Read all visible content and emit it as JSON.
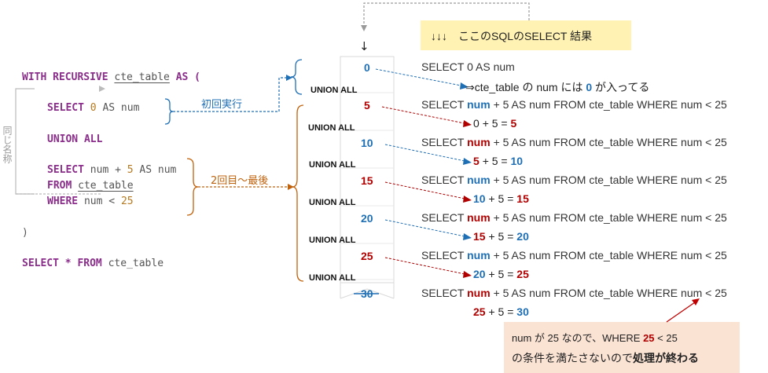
{
  "header_note": "↓↓↓　ここのSQLのSELECT 結果",
  "down_arrow": "↓",
  "side_label": "同じ名称",
  "code": {
    "with": "WITH RECURSIVE",
    "cte_name": "cte_table",
    "as_paren": "AS (",
    "anchor_select": "SELECT",
    "anchor_zero": "0",
    "anchor_as": "AS num",
    "union_all": "UNION ALL",
    "rec_select": "SELECT",
    "rec_expr": "num +",
    "rec_five": "5",
    "rec_as": "AS num",
    "rec_from": "FROM",
    "rec_table": "cte_table",
    "rec_where": "WHERE",
    "rec_cond": "num <",
    "rec_25": "25",
    "close_paren": ")",
    "final_select": "SELECT",
    "final_star": "*",
    "final_from": "FROM",
    "final_table": "cte_table"
  },
  "labels": {
    "first_time": "初回実行",
    "second_to_last": "2回目～最後"
  },
  "result_values": [
    "0",
    "5",
    "10",
    "15",
    "20",
    "25",
    "30"
  ],
  "union_labels": [
    "UNION ALL",
    "UNION ALL",
    "UNION ALL",
    "UNION ALL",
    "UNION ALL",
    "UNION ALL"
  ],
  "anchor_row": {
    "sql": "SELECT 0 AS num",
    "note_prefix": "⇒cte_table の num には",
    "note_value": "0",
    "note_suffix": "が入ってる"
  },
  "recursive_rows": [
    {
      "sql_select": "SELECT",
      "sql_num": "num",
      "sql_rest": "+ 5 AS num FROM cte_table WHERE num < 25",
      "calc_a": "0",
      "calc_op": "+ 5 =",
      "calc_b": "5"
    },
    {
      "sql_select": "SELECT",
      "sql_num": "num",
      "sql_rest": "+ 5 AS num FROM cte_table WHERE num < 25",
      "calc_a": "5",
      "calc_op": "+ 5 =",
      "calc_b": "10"
    },
    {
      "sql_select": "SELECT",
      "sql_num": "num",
      "sql_rest": "+ 5 AS num FROM cte_table WHERE num < 25",
      "calc_a": "10",
      "calc_op": "+ 5 =",
      "calc_b": "15"
    },
    {
      "sql_select": "SELECT",
      "sql_num": "num",
      "sql_rest": "+ 5 AS num FROM cte_table WHERE num < 25",
      "calc_a": "15",
      "calc_op": "+ 5 =",
      "calc_b": "20"
    },
    {
      "sql_select": "SELECT",
      "sql_num": "num",
      "sql_rest": "+ 5 AS num FROM cte_table WHERE num < 25",
      "calc_a": "20",
      "calc_op": "+ 5 =",
      "calc_b": "25"
    },
    {
      "sql_select": "SELECT",
      "sql_num": "num",
      "sql_rest": "+ 5 AS num FROM cte_table WHERE num < 25",
      "calc_a": "25",
      "calc_op": "+ 5 =",
      "calc_b": "30"
    }
  ],
  "end_note": {
    "line1_a": "num が 25 なので、WHERE",
    "line1_b": "25",
    "line1_c": "< 25",
    "line2_a": "の条件を満たさないので",
    "line2_b": "処理が終わる"
  },
  "colors": {
    "blue": "#1f6fb5",
    "red": "#b00000",
    "orange": "#c0620c",
    "header_bg": "#fff2b3",
    "note_bg": "#fbe3d4"
  }
}
